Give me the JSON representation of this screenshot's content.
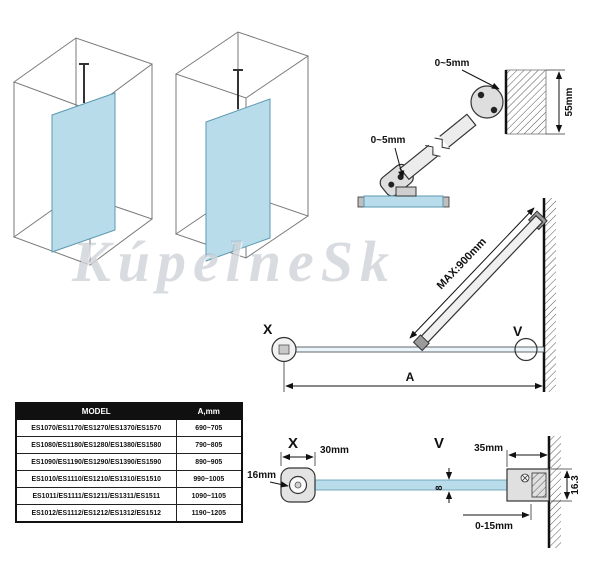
{
  "watermark": "KúpelneSk",
  "colors": {
    "glass": "#b8dcea",
    "glass_stroke": "#5d9ab1",
    "line": "#333333",
    "table_header_bg": "#101010"
  },
  "table": {
    "headers": [
      "MODEL",
      "A,mm"
    ],
    "rows": [
      {
        "model": "ES1070/ES1170/ES1270/ES1370/ES1570",
        "a": "690~705"
      },
      {
        "model": "ES1080/ES1180/ES1280/ES1380/ES1580",
        "a": "790~805"
      },
      {
        "model": "ES1090/ES1190/ES1290/ES1390/ES1590",
        "a": "890~905"
      },
      {
        "model": "ES1010/ES1110/ES1210/ES1310/ES1510",
        "a": "990~1005"
      },
      {
        "model": "ES1011/ES1111/ES1211/ES1311/ES1511",
        "a": "1090~1105"
      },
      {
        "model": "ES1012/ES1112/ES1212/ES1312/ES1512",
        "a": "1190~1205"
      }
    ]
  },
  "bracket_detail": {
    "gap_top": "0~5mm",
    "gap_bottom": "0~5mm",
    "wall_height": "55mm"
  },
  "plan_view": {
    "max_bar_length": "MAX:900mm",
    "width_label": "A",
    "detail_x": "X",
    "detail_v": "V"
  },
  "section_x": {
    "label": "X",
    "profile_width": "30mm",
    "profile_depth": "16mm"
  },
  "section_v": {
    "label": "V",
    "profile_width": "35mm",
    "profile_height": "16.3",
    "glass_thickness": "8",
    "adjustment": "0-15mm"
  }
}
